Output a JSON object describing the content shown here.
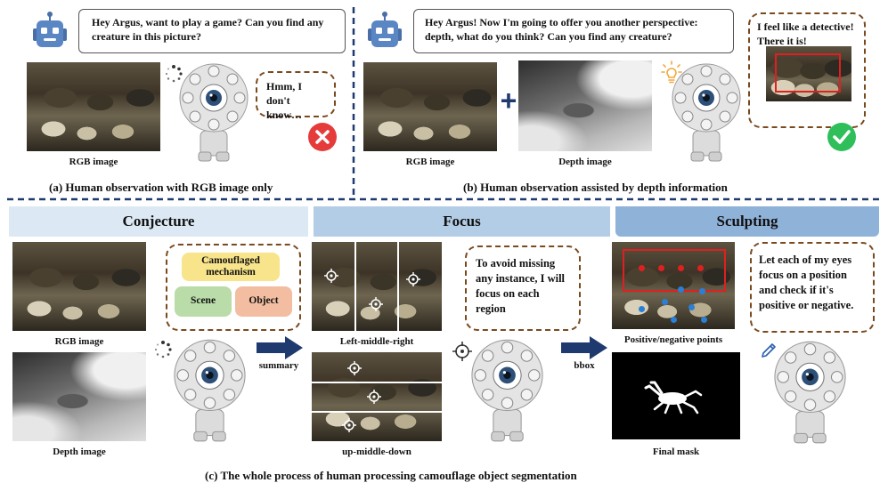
{
  "panel_a": {
    "speech_user": "Hey Argus, want to play a game? Can you find any creature in this picture?",
    "speech_robot": "Hmm, I don't know…",
    "rgb_caption": "RGB image",
    "caption": "(a) Human observation with RGB image only"
  },
  "panel_b": {
    "speech_user": "Hey Argus! Now I'm going to offer you another perspective: depth, what do you think? Can you find any creature?",
    "speech_robot": "I feel like a detective! There it is!",
    "rgb_caption": "RGB image",
    "depth_caption": "Depth image",
    "plus": "+",
    "caption": "(b) Human observation assisted by depth information"
  },
  "panel_c": {
    "conjecture": {
      "header": "Conjecture",
      "rgb_caption": "RGB image",
      "depth_caption": "Depth image",
      "box_mechanism": "Camouflaged mechanism",
      "box_scene": "Scene",
      "box_object": "Object",
      "arrow_label": "summary"
    },
    "focus": {
      "header": "Focus",
      "lmr_caption": "Left-middle-right",
      "umd_caption": "up-middle-down",
      "speech": "To avoid missing any instance, I will focus on each region",
      "arrow_label": "bbox"
    },
    "sculpting": {
      "header": "Sculpting",
      "points_caption": "Positive/negative points",
      "mask_caption": "Final mask",
      "speech": "Let each of my eyes focus on a position and check if it's positive or negative."
    },
    "caption": "(c) The whole process of human processing camouflage object segmentation"
  },
  "colors": {
    "bubble_border": "#7a4a1f",
    "divider": "#1f3a6e",
    "header_light": "#dce9f5",
    "header_mid": "#b3cde6",
    "header_dark": "#8fb2d9",
    "box_mechanism": "#f8e48a",
    "box_scene": "#b9dca8",
    "box_object": "#f2bda0",
    "wrong": "#e63b3b",
    "correct": "#2fbf5a",
    "bbox": "#e02020",
    "positive_point": "#e02020",
    "negative_point": "#2a7fd6"
  }
}
